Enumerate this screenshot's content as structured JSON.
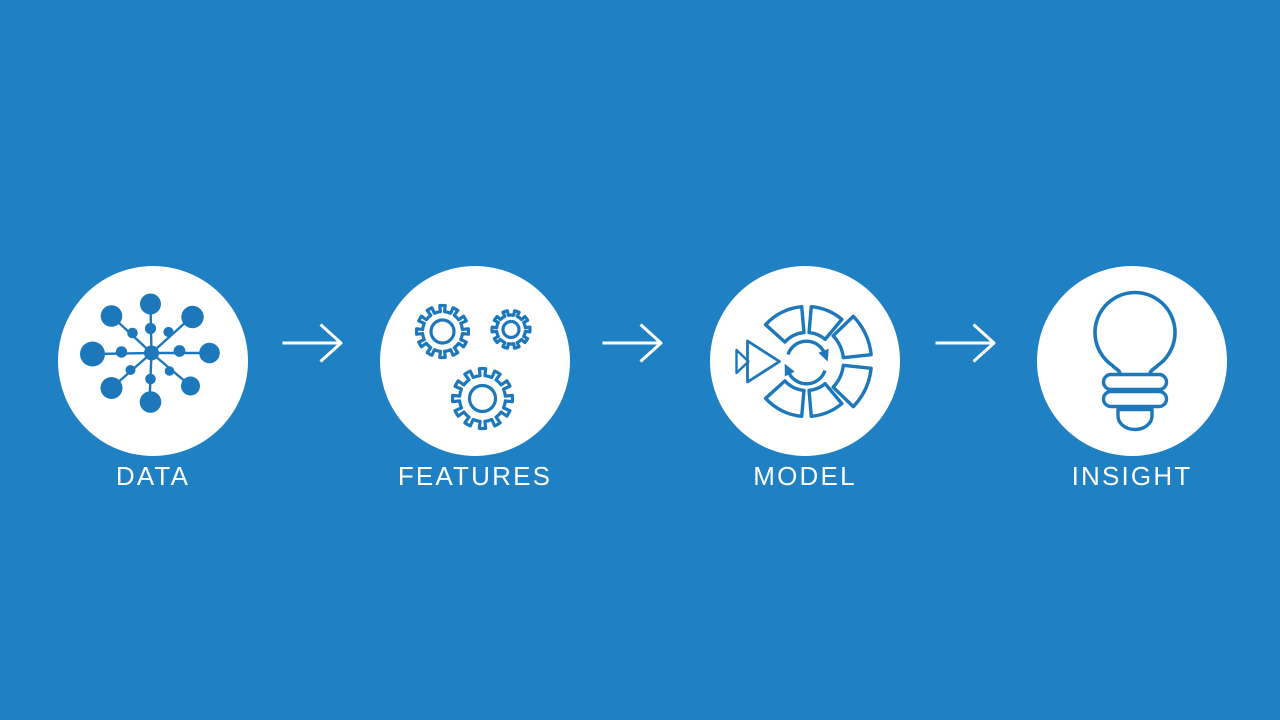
{
  "colors": {
    "background": "#1f80c4",
    "icon": "#1d78bb",
    "text": "#ffffff",
    "arrow": "#ffffff",
    "circle_fill": "#ffffff"
  },
  "steps": [
    {
      "label": "DATA",
      "icon": "data-network-icon"
    },
    {
      "label": "FEATURES",
      "icon": "gears-icon"
    },
    {
      "label": "MODEL",
      "icon": "model-cycle-icon"
    },
    {
      "label": "INSIGHT",
      "icon": "lightbulb-icon"
    }
  ],
  "connectors": [
    {
      "icon": "arrow-right-icon"
    },
    {
      "icon": "arrow-right-icon"
    },
    {
      "icon": "arrow-right-icon"
    }
  ]
}
